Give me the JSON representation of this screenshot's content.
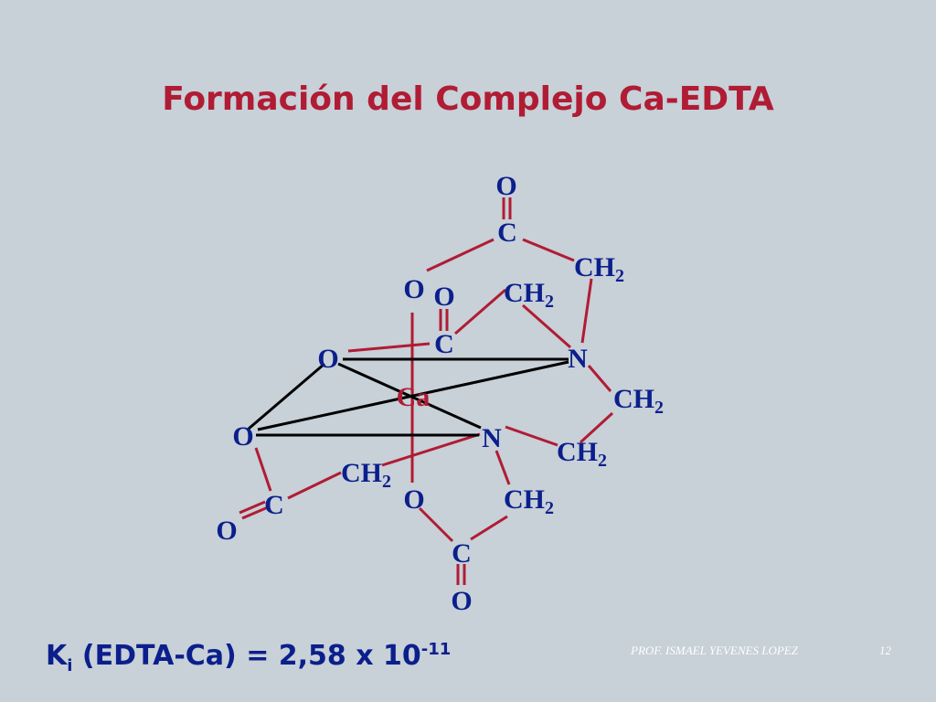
{
  "title": "Formación del Complejo Ca-EDTA",
  "colors": {
    "background": "#c8d0d8",
    "title": "#b01c34",
    "atoms": "#0b1f8c",
    "calcium": "#b01c34",
    "bond_ligand": "#b01c34",
    "bond_coordination": "#000000"
  },
  "atoms": {
    "o_top": "O",
    "c_top": "C",
    "ch2_top_right": "CH",
    "o_upper_left": "O",
    "o_upper_mid": "O",
    "ch2_upper_mid": "CH",
    "c_upper_mid": "C",
    "o_axial_left": "O",
    "n_upper": "N",
    "ca": "Ca",
    "ch2_right": "CH",
    "o_left": "O",
    "n_lower": "N",
    "ch2_lower_right": "CH",
    "ch2_lower_left": "CH",
    "o_lower_mid": "O",
    "ch2_lower_mid": "CH",
    "c_lower_left": "C",
    "o_lower_left": "O",
    "c_bottom": "C",
    "o_bottom": "O",
    "subscript_2": "2"
  },
  "formula": {
    "k": "K",
    "k_sub": "i",
    "body": " (EDTA-Ca) = 2,58 x 10",
    "exp": "-11"
  },
  "footer": {
    "author": "PROF. ISMAEL YEVENES LOPEZ",
    "page": "12"
  }
}
